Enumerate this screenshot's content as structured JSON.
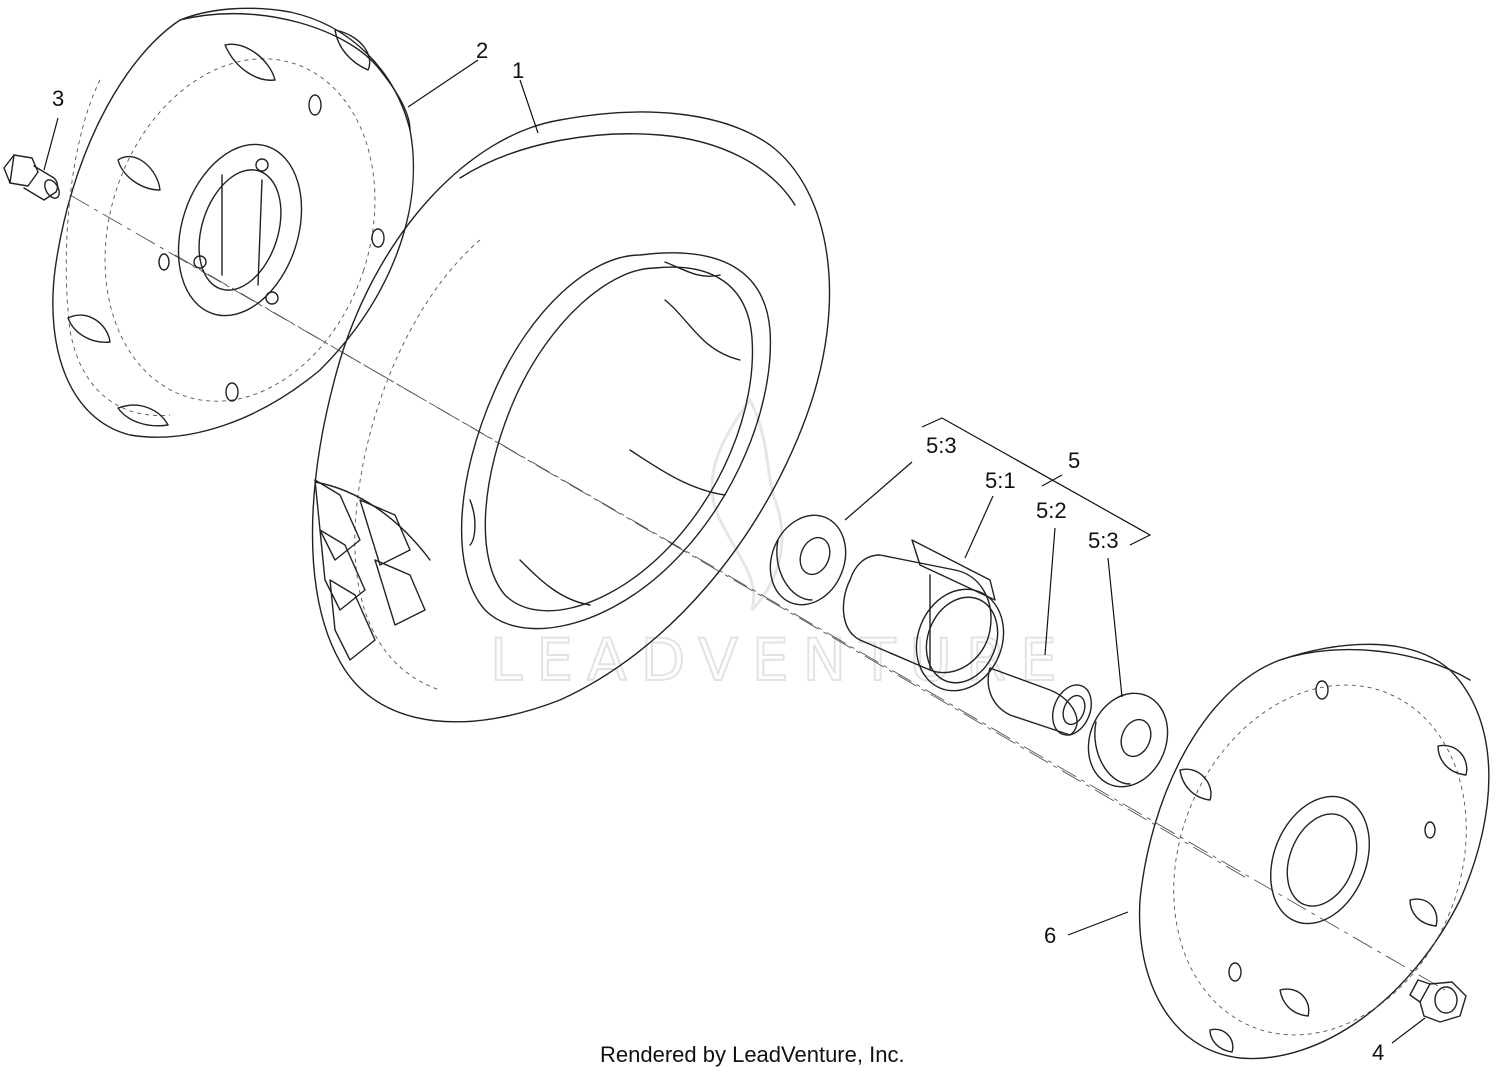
{
  "callouts": {
    "tire": "1",
    "wheel_half_left": "2",
    "bolt": "3",
    "nut": "4",
    "bearing_kit": "5",
    "kit_hub": "5:1",
    "kit_spacer": "5:2",
    "kit_bearing_a": "5:3",
    "kit_bearing_b": "5:3",
    "wheel_half_right": "6"
  },
  "watermark": "LEADVENTURE",
  "credit": "Rendered by LeadVenture, Inc."
}
